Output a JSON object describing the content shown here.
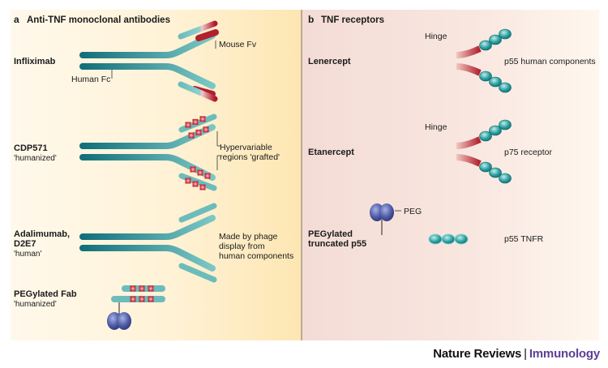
{
  "panel_a": {
    "letter": "a",
    "title": "Anti-TNF  monoclonal antibodies",
    "drugs": [
      {
        "name": "Infliximab",
        "subtitle": "",
        "annotations": [
          "Mouse  Fv",
          "Human Fc"
        ]
      },
      {
        "name": "CDP571",
        "subtitle": "'humanized'",
        "annotations": [
          "Hypervariable",
          "regions 'grafted'"
        ]
      },
      {
        "name": "Adalimumab,",
        "name2": "D2E7",
        "subtitle": "'human'",
        "annotations": [
          "Made by phage",
          "display from",
          "human components"
        ]
      },
      {
        "name": "PEGylated Fab",
        "subtitle": "'humanized'",
        "annotations": []
      }
    ]
  },
  "panel_b": {
    "letter": "b",
    "title": "TNF receptors",
    "drugs": [
      {
        "name": "Lenercept",
        "hinge_label": "Hinge",
        "annotation": "p55 human components"
      },
      {
        "name": "Etanercept",
        "hinge_label": "Hinge",
        "annotation": "p75 receptor"
      },
      {
        "name": "PEGylated",
        "name2": "truncated p55",
        "peg_label": "PEG",
        "annotation": "p55 TNFR"
      }
    ]
  },
  "footer": {
    "journal": "Nature Reviews",
    "separator": "|",
    "section": "Immunology"
  },
  "colors": {
    "teal_dark": "#17777b",
    "teal_light": "#7cc6c6",
    "red": "#b21f2d",
    "peg_blue": "#4d5aa0",
    "footer_accent": "#5c3f95"
  }
}
